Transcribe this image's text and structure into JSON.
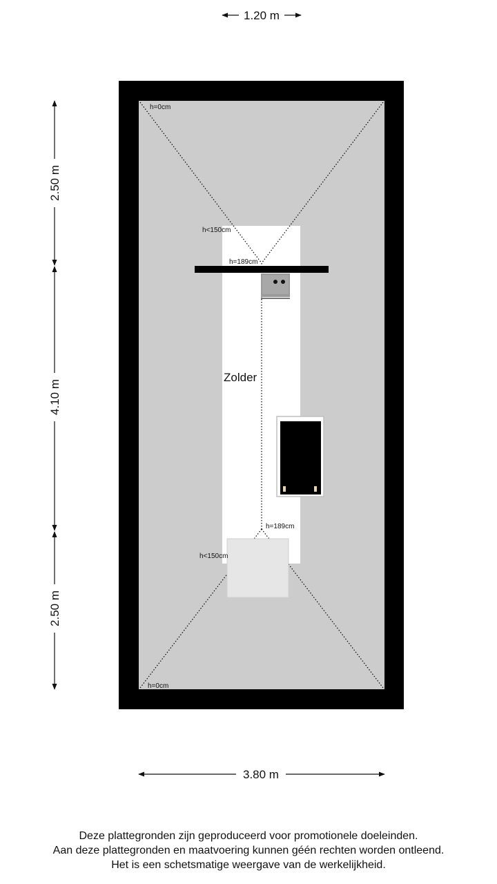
{
  "dimensions": {
    "top_width": "1.20 m",
    "bottom_width": "3.80 m",
    "left_top": "2.50 m",
    "left_middle": "4.10 m",
    "left_bottom": "2.50 m"
  },
  "heights": {
    "top_corner": "h=0cm",
    "top_under150": "h<150cm",
    "top_189": "h=189cm",
    "bottom_189": "h=189cm",
    "bottom_under150": "h<150cm",
    "bottom_corner": "h=0cm"
  },
  "room": {
    "name": "Zolder"
  },
  "disclaimer": {
    "line1": "Deze plattegronden zijn geproduceerd voor promotionele doeleinden.",
    "line2": "Aan deze plattegronden en maatvoering kunnen géén rechten worden ontleend.",
    "line3": "Het is een schetsmatige weergave van de werkelijkheid."
  },
  "colors": {
    "wall": "#000000",
    "low_ceiling_area": "#cccccc",
    "standing_height_area": "#ffffff",
    "stair_opening": "#e6e6e6",
    "dimension_line": "#111111"
  }
}
